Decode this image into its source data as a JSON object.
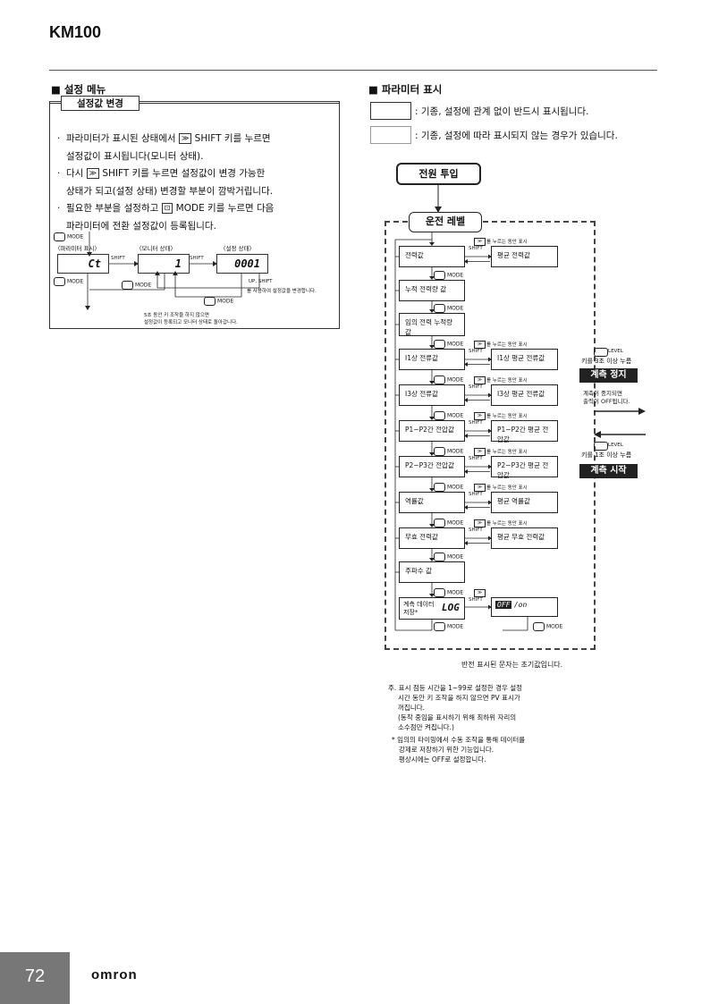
{
  "header": {
    "model": "KM100"
  },
  "left": {
    "section_title": "■ 설정 메뉴",
    "panel_title": "설정값 변경",
    "bullets": [
      {
        "l1": "파라미터가 표시된 상태에서 ",
        "k1": "≫",
        "l1b": " SHIFT 키를 누르면",
        "l2": "설정값이 표시됩니다(모니터 상태)."
      },
      {
        "l1": "다시 ",
        "k1": "≫",
        "l1b": " SHIFT 키를 누르면 설정값이 변경 가능한",
        "l2": "상태가 되고(설정 상태) 변경할 부분이 깜박거립니다."
      },
      {
        "l1": "필요한 부분을 설정하고 ",
        "k1": "⊡",
        "l1b": " MODE 키를 누르면 다음",
        "l2": "파라미터에 전환 설정값이 등록됩니다."
      }
    ],
    "diagram": {
      "mode": "MODE",
      "shift": "SHIFT",
      "state1": "〈파라미터 표시〉",
      "state2": "〈모니터 상태〉",
      "state3": "〈설정 상태〉",
      "lcd1": "Ct",
      "lcd2": "1",
      "lcd3": "0001",
      "updesc1": "UP,",
      "updesc2": "SHIFT",
      "updesc3": "를 사용하여 설정값을 변경합니다.",
      "timeout1": "5초 동안 키 조작을 하지 않으면",
      "timeout2": "설정값이 등록되고 모니터 상태로 돌아갑니다."
    }
  },
  "right": {
    "section_title": "■ 파라미터 표시",
    "legend1": ": 기종, 설정에 관계 없이 반드시 표시됩니다.",
    "legend2": ": 기종, 설정에 따라 표시되지 않는 경우가 있습니다.",
    "power": "전원 투입",
    "run_level": "운전 레벨",
    "mode": "MODE",
    "shift": "SHIFT",
    "hold": "를 누르는 동안 표시",
    "params": [
      {
        "left": "전력값",
        "right": "평균 전력값"
      },
      {
        "left": "누적 전력량 값",
        "right": ""
      },
      {
        "left": "임의 전력 누적량 값",
        "right": ""
      },
      {
        "left": "I1상 전류값",
        "right": "I1상 평균 전류값"
      },
      {
        "left": "I3상 전류값",
        "right": "I3상 평균 전류값"
      },
      {
        "left": "P1−P2간 전압값",
        "right": "P1−P2간 평균 전압값"
      },
      {
        "left": "P2−P3간 전압값",
        "right": "P2−P3간 평균 전압값"
      },
      {
        "left": "역률값",
        "right": "평균 역률값"
      },
      {
        "left": "무효 전력값",
        "right": "평균 무효 전력값"
      },
      {
        "left": "주파수 값",
        "right": ""
      }
    ],
    "save": {
      "label1": "계측 데이터",
      "label2": "저장*",
      "lcd": "LOG",
      "lcd_on": "OFF",
      "lcd_sep": "/on"
    },
    "stop": {
      "level": "LEVEL",
      "hold": "키를 3초 이상 누름",
      "label": "계측 정지",
      "desc1": "계측이 중지되면",
      "desc2": "출력이 OFF됩니다."
    },
    "start": {
      "level": "LEVEL",
      "hold": "키를 1초 이상 누름",
      "label": "계측 시작"
    },
    "inverted_note": "반전 표시된 문자는 초기값입니다.",
    "note1": [
      "주. 표시 점등 시간을 1~99로 설정한 경우 설정",
      "시간 동안 키 조작을 하지 않으면 PV 표시가",
      "꺼집니다.",
      "(동작 중임을 표시하기 위해 최하위 자리의",
      "소수점만 켜집니다.)"
    ],
    "note2": [
      "* 임의의 타이밍에서 수동 조작을 통해 데이터를",
      "강제로 저장하기 위한 기능입니다.",
      "평상시에는 OFF로 설정합니다."
    ]
  },
  "footer": {
    "page": "72",
    "brand": "omron"
  }
}
